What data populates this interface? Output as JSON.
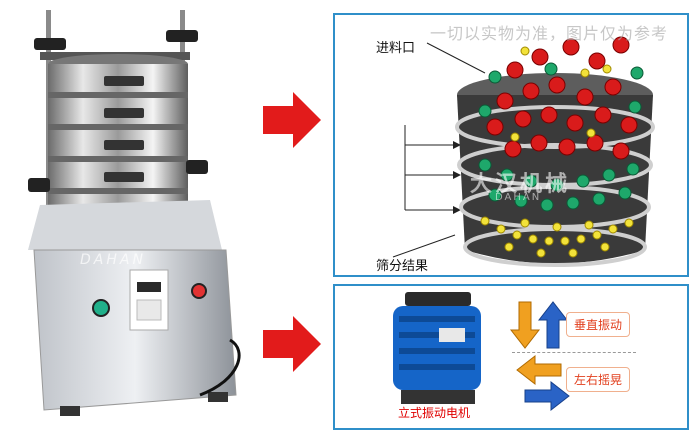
{
  "top_panel": {
    "watermark": "一切以实物为准，图片仅为参考",
    "feed_label": "进料口",
    "result_label": "筛分结果",
    "logo_cn": "大汉机械",
    "logo_en": "DAHAN"
  },
  "photo": {
    "brand": "DAHAN"
  },
  "bottom_panel": {
    "motor_caption": "立式振动电机",
    "vertical_label": "垂直振动",
    "horizontal_label": "左右摇晃"
  },
  "colors": {
    "frame_border": "#2f8fc9",
    "arrow_red": "#e21b1b",
    "caption_red": "#e00000",
    "tag_text": "#e2401f",
    "motor_blue": "#1565c8",
    "up_arrow_blue": "#2a63c6",
    "down_arrow_orange": "#f0a020"
  }
}
